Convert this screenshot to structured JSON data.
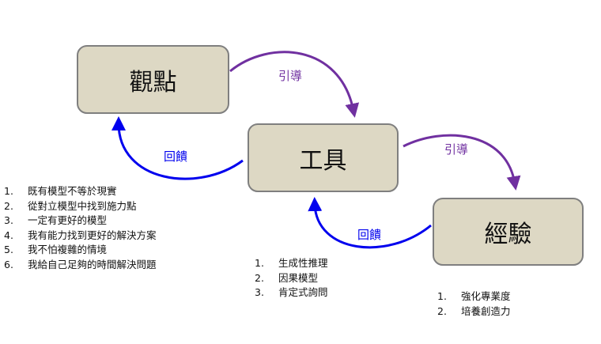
{
  "nodes": {
    "view": "觀點",
    "tool": "工具",
    "experience": "經驗"
  },
  "edges": {
    "guide_label": "引導",
    "feedback_label": "回饋"
  },
  "colors": {
    "guide": "#7030a0",
    "feedback": "#0000ee",
    "box_fill": "#ddd8c4"
  },
  "lists": {
    "view": [
      {
        "n": "1.",
        "text": "既有模型不等於現實"
      },
      {
        "n": "2.",
        "text": "從對立模型中找到施力點"
      },
      {
        "n": "3.",
        "text": "一定有更好的模型"
      },
      {
        "n": "4.",
        "text": "我有能力找到更好的解決方案"
      },
      {
        "n": "5.",
        "text": "我不怕複雜的情境"
      },
      {
        "n": "6.",
        "text": "我給自己足夠的時間解決問題"
      }
    ],
    "tool": [
      {
        "n": "1.",
        "text": "生成性推理"
      },
      {
        "n": "2.",
        "text": "因果模型"
      },
      {
        "n": "3.",
        "text": "肯定式詢問"
      }
    ],
    "experience": [
      {
        "n": "1.",
        "text": "強化專業度"
      },
      {
        "n": "2.",
        "text": "培養創造力"
      }
    ]
  }
}
